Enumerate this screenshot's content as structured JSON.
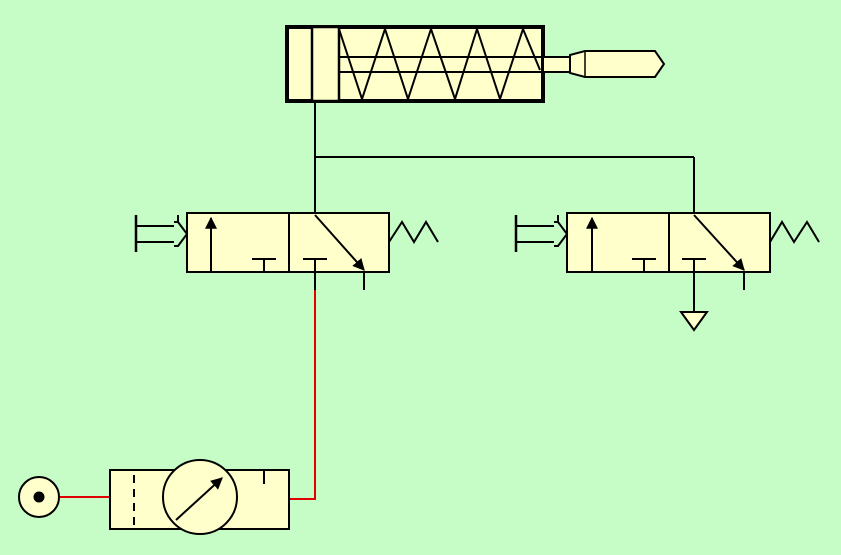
{
  "diagram": {
    "type": "pneumatic-circuit",
    "colors": {
      "background": "#c6fcc6",
      "component_fill": "#ffffcc",
      "line": "#000000",
      "pressure_line": "#e00000"
    },
    "components": [
      {
        "id": "single-acting-cylinder",
        "kind": "single-acting cylinder with spring return"
      },
      {
        "id": "valve-left",
        "kind": "3/2 directional valve, push-button operated, spring return"
      },
      {
        "id": "valve-right",
        "kind": "3/2 directional valve, push-button operated, spring return"
      },
      {
        "id": "filter-regulator",
        "kind": "filter / pressure regulator with gauge"
      },
      {
        "id": "air-supply",
        "kind": "compressed air source"
      },
      {
        "id": "exhaust",
        "kind": "exhaust to atmosphere"
      }
    ],
    "connections": [
      {
        "from": "air-supply",
        "to": "filter-regulator",
        "pressurized": true
      },
      {
        "from": "filter-regulator",
        "to": "valve-left",
        "pressurized": true
      },
      {
        "from": "valve-left",
        "to": "single-acting-cylinder",
        "pressurized": false
      },
      {
        "from": "valve-right",
        "to": "single-acting-cylinder",
        "pressurized": false
      },
      {
        "from": "valve-right",
        "to": "exhaust",
        "pressurized": false
      }
    ]
  }
}
